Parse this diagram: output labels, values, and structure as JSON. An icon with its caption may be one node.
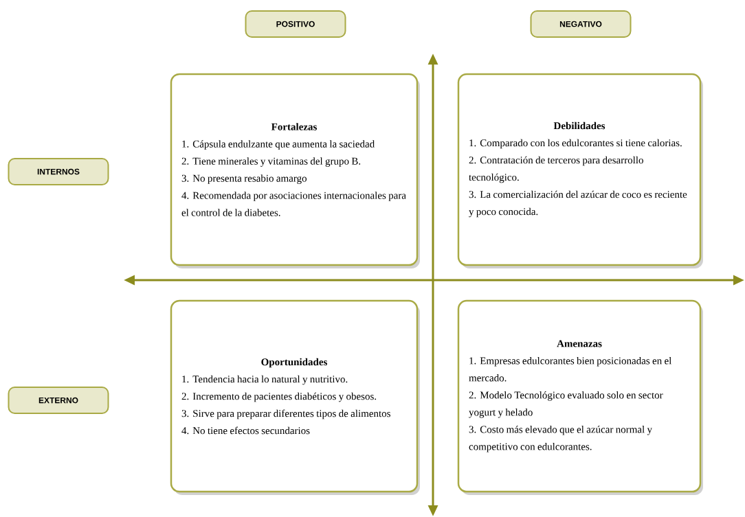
{
  "diagram": {
    "nodes": [
      {
        "text": [
          "POSITIVO"
        ]
      },
      {
        "text": [
          "NEGATIVO"
        ]
      },
      {
        "text": [
          "INTERNOS"
        ]
      },
      {
        "text": [
          "Fortalezas",
          "1. Cápsula endulzante que aumenta la saciedad",
          "2. Tiene minerales y vitaminas del grupo B.",
          "3. No presenta resabio amargo",
          "4. Recomendada por asociaciones internacionales para el control de la diabetes."
        ]
      },
      {
        "text": [
          "Debilidades",
          "1. Comparado con los edulcorantes si tiene calorias.",
          "2. Contratación de terceros para desarrollo tecnológico.",
          "3. La comercialización del azúcar de coco es reciente y poco conocida."
        ]
      },
      {
        "text": [
          "EXTERNO"
        ]
      },
      {
        "text": [
          "Oportunidades",
          "1. Tendencia hacia lo natural y nutritivo.",
          "2. Incremento de pacientes diabéticos y obesos.",
          "3. Sirve para preparar diferentes tipos de alimentos",
          "4. No tiene efectos secundarios"
        ]
      },
      {
        "text": [
          "Amenazas",
          "1. Empresas edulcorantes bien posicionadas en el mercado.",
          "2. Modelo Tecnológico evaluado solo en sector yogurt y helado",
          "3. Costo más elevado que el azúcar normal y competitivo con edulcorantes."
        ]
      }
    ]
  }
}
